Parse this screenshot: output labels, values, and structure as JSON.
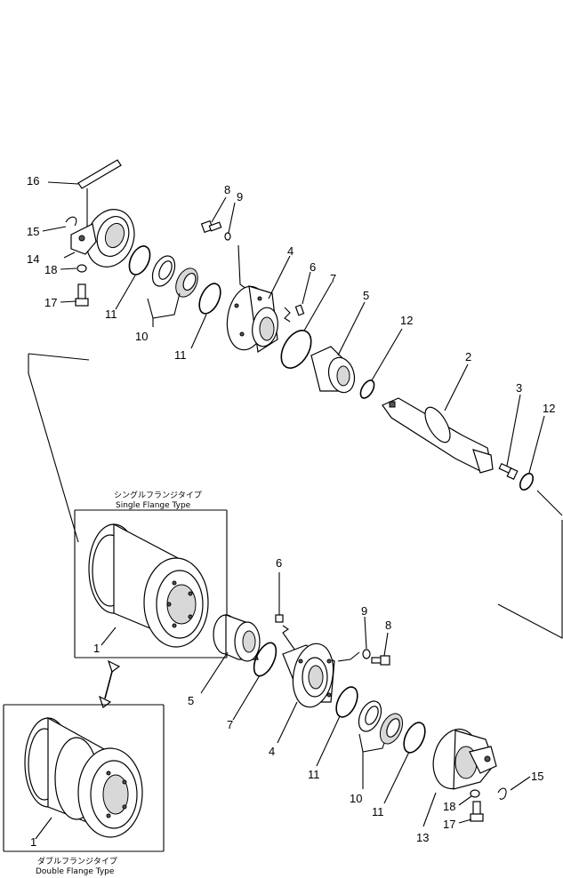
{
  "labels": {
    "n16": "16",
    "n15a": "15",
    "n14": "14",
    "n18a": "18",
    "n17a": "17",
    "n11a": "11",
    "n10a": "10",
    "n11b": "11",
    "n8a": "8",
    "n9a": "9",
    "n4a": "4",
    "n6a": "6",
    "n7a": "7",
    "n5a": "5",
    "n12a": "12",
    "n2": "2",
    "n3": "3",
    "n12b": "12",
    "n6b": "6",
    "n9b": "9",
    "n8b": "8",
    "n1a": "1",
    "n5b": "5",
    "n7b": "7",
    "n4b": "4",
    "n11c": "11",
    "n10b": "10",
    "n11d": "11",
    "n15b": "15",
    "n18b": "18",
    "n17b": "17",
    "n13": "13",
    "n1b": "1"
  },
  "captions": {
    "single_jp": "シングルフランジタイプ",
    "single_en": "Single Flange Type",
    "double_jp": "ダブルフランジタイプ",
    "double_en": "Double Flange Type"
  }
}
